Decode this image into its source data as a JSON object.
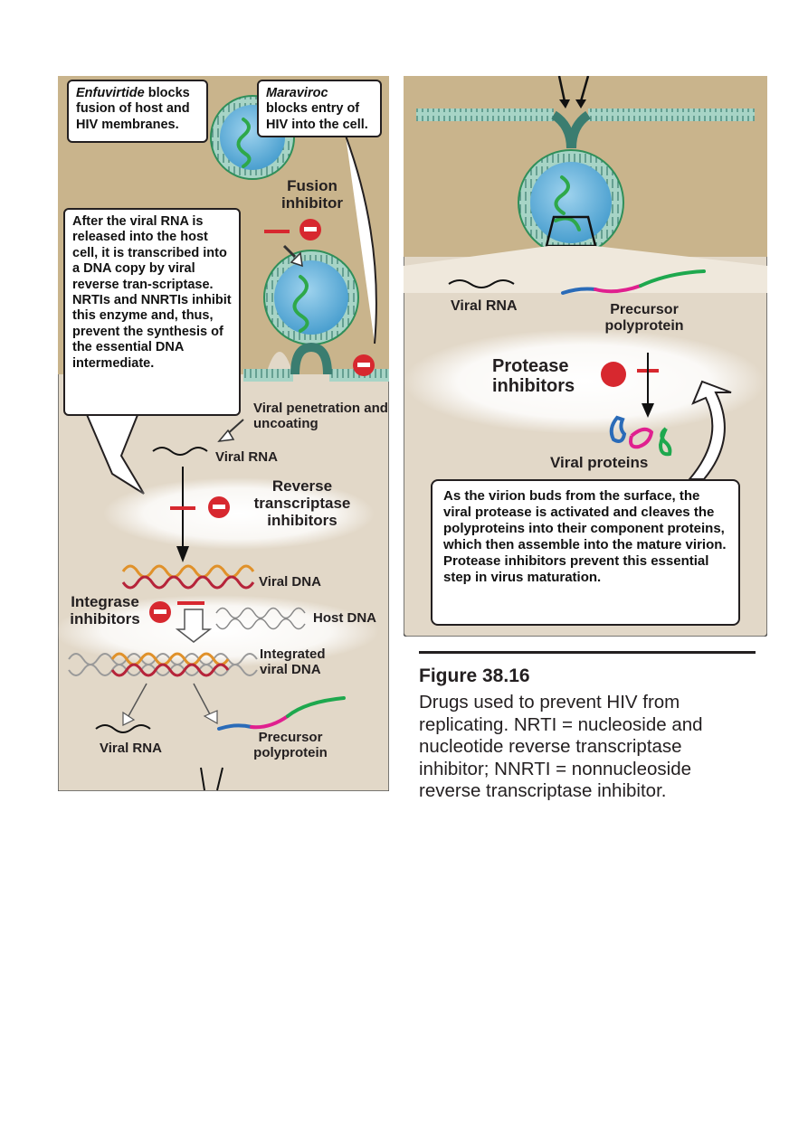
{
  "left_panel": {
    "enfuvirtide_drug": "Enfuvirtide",
    "enfuvirtide_text": " blocks fusion of host and HIV membranes.",
    "maraviroc_drug": "Maraviroc",
    "maraviroc_text": " blocks entry of HIV into the cell.",
    "fusion_inhibitor": "Fusion inhibitor",
    "rt_callout": "After the viral RNA is released into the host cell, it is transcribed into a DNA copy by viral reverse tran-scriptase. NRTIs and NNRTIs inhibit this enzyme and, thus, prevent the synthesis of the essential DNA intermediate.",
    "viral_penetration": "Viral penetration and uncoating",
    "viral_rna": "Viral RNA",
    "rt_inhibitors": "Reverse transcriptase inhibitors",
    "viral_dna": "Viral DNA",
    "integrase_inhibitors": "Integrase inhibitors",
    "host_dna": "Host DNA",
    "integrated_viral_dna": "Integrated viral  DNA",
    "viral_rna_bottom": "Viral RNA",
    "precursor_polyprotein": "Precursor polyprotein"
  },
  "right_panel": {
    "viral_rna": "Viral RNA",
    "precursor_polyprotein": "Precursor polyprotein",
    "protease_inhibitors": "Protease inhibitors",
    "viral_proteins": "Viral proteins",
    "protease_callout": "As the virion buds from the surface, the viral protease is activated and cleaves the polyproteins into their component proteins, which then assemble into the mature virion. Protease inhibitors prevent this essential step in virus maturation."
  },
  "caption": {
    "title": "Figure 38.16",
    "text": "Drugs used to prevent HIV from replicating. NRTI = nucleoside and nucleotide reverse transcriptase inhibitor; NNRTI =  nonnucleoside reverse transcriptase inhibitor."
  },
  "colors": {
    "cytoplasm_tan": "#c9b48c",
    "interior_beige": "#e2d8c8",
    "membrane_teal": "#6fb8a8",
    "virion_blue": "#69b6df",
    "rna_green": "#2ea84a",
    "inhibitor_red": "#d7282f",
    "poly_blue": "#2a6bb8",
    "poly_magenta": "#e0208f",
    "poly_green": "#1ea84e"
  }
}
